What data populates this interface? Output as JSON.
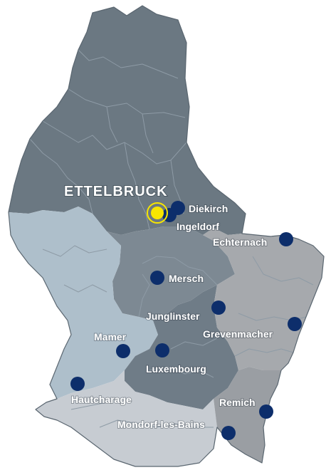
{
  "colors": {
    "north_region": "#6b7882",
    "center_region": "#7d8993",
    "west_region": "#aebfcb",
    "east_region": "#a6a9ad",
    "south_region": "#c7ccd2",
    "southeast_region": "#9a9ea3",
    "luxembourg_region": "#6f7c87",
    "marker_dot": "#0d2e6b",
    "highlight_dot": "#f7e600",
    "highlight_ring": "#f7e600",
    "label_text": "#ffffff"
  },
  "highlight": {
    "label": "ETTELBRUCK",
    "icon": "location-target-icon"
  },
  "towns": [
    {
      "id": "diekirch",
      "label": "Diekirch",
      "icon": "location-dot-icon"
    },
    {
      "id": "ingeldorf",
      "label": "Ingeldorf",
      "icon": "location-dot-icon"
    },
    {
      "id": "echternach",
      "label": "Echternach",
      "icon": "location-dot-icon"
    },
    {
      "id": "mersch",
      "label": "Mersch",
      "icon": "location-dot-icon"
    },
    {
      "id": "junglinster",
      "label": "Junglinster",
      "icon": "location-dot-icon"
    },
    {
      "id": "grevenmacher",
      "label": "Grevenmacher",
      "icon": "location-dot-icon"
    },
    {
      "id": "mamer",
      "label": "Mamer",
      "icon": "location-dot-icon"
    },
    {
      "id": "luxembourg",
      "label": "Luxembourg",
      "icon": "location-dot-icon"
    },
    {
      "id": "hautcharage",
      "label": "Hautcharage",
      "icon": "location-dot-icon"
    },
    {
      "id": "remich",
      "label": "Remich",
      "icon": "location-dot-icon"
    },
    {
      "id": "mondorf",
      "label": "Mondorf-les-Bains",
      "icon": "location-dot-icon"
    }
  ]
}
